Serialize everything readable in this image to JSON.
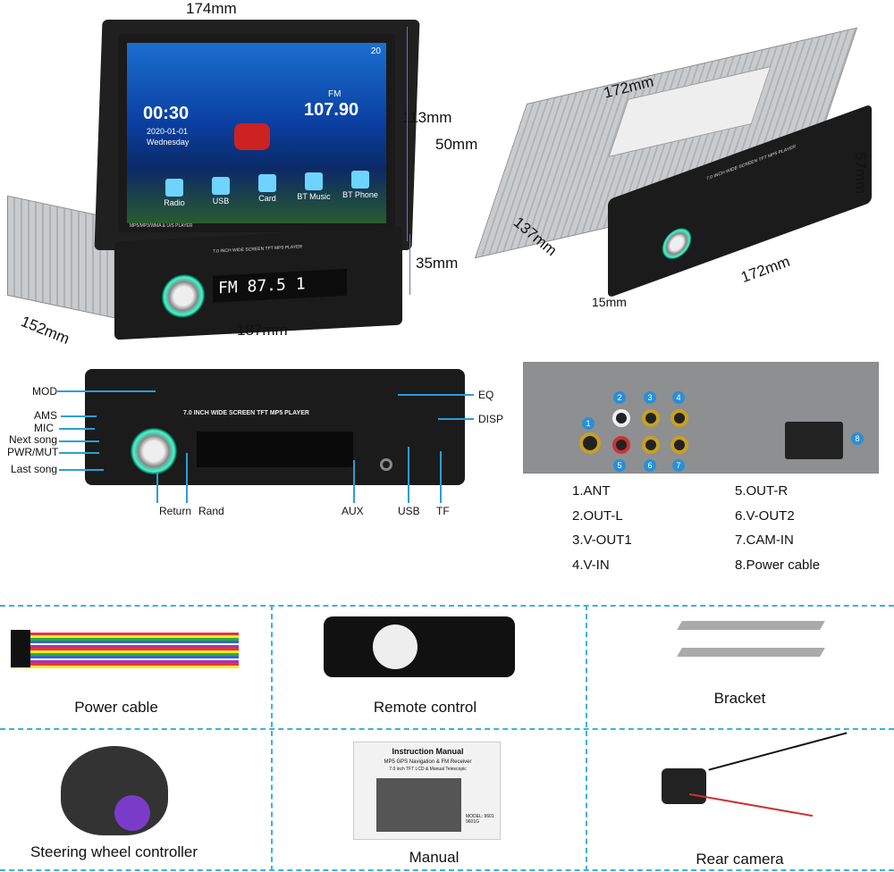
{
  "top_left": {
    "dimensions": {
      "width_top": "174mm",
      "screen_height": "113mm",
      "body_height": "35mm",
      "body_width": "187mm",
      "depth": "152mm"
    },
    "screen": {
      "status_volume": "20",
      "time": "00:30",
      "date": "2020-01-01",
      "weekday": "Wednesday",
      "band": "FM",
      "frequency": "107.90",
      "apps": [
        "Radio",
        "USB",
        "Card",
        "BT Music",
        "BT Phone"
      ],
      "bezel_text": "MP5/MP3/WMA & U/S PLAYER"
    },
    "front_text": "7.0 INCH WIDE SCREEN TFT MP5 PLAYER",
    "display": "FM  87.5  1"
  },
  "top_right": {
    "dimensions": {
      "top_width": "172mm",
      "height_back": "50mm",
      "height_front": "57mm",
      "depth": "137mm",
      "front_width": "172mm",
      "front_depth": "15mm"
    },
    "front_text": "7.0 INCH WIDE SCREEN TFT MP5 PLAYER"
  },
  "front_panel": {
    "panel_text": "7.0 INCH WIDE SCREEN TFT MP5 PLAYER",
    "left_labels": [
      "MOD",
      "AMS",
      "MIC",
      "Next song",
      "PWR/MUT",
      "Last song"
    ],
    "bottom_labels": [
      "Return",
      "Rand",
      "AUX",
      "USB",
      "TF"
    ],
    "right_labels": [
      "EQ",
      "DISP"
    ]
  },
  "rear_panel": {
    "connector_numbers": [
      "1",
      "2",
      "3",
      "4",
      "5",
      "6",
      "7",
      "8"
    ],
    "legend": [
      "1.ANT",
      "2.OUT-L",
      "3.V-OUT1",
      "4.V-IN",
      "5.OUT-R",
      "6.V-OUT2",
      "7.CAM-IN",
      "8.Power cable"
    ]
  },
  "accessories": [
    {
      "caption": "Power cable"
    },
    {
      "caption": "Remote control"
    },
    {
      "caption": "Bracket"
    },
    {
      "caption": "Steering wheel controller"
    },
    {
      "caption": "Manual",
      "manual_title": "Instruction Manual",
      "manual_subtitle": "MP5 GPS Navigation & FM Receiver",
      "manual_line": "7.0 inch TFT LCD & Manual Telescopic",
      "manual_model": "MODEL: 9601 9601G"
    },
    {
      "caption": "Rear camera"
    }
  ],
  "colors": {
    "accent": "#2a9fd6",
    "dash": "#3bb3d6",
    "dim_line": "#6a6ad8"
  }
}
